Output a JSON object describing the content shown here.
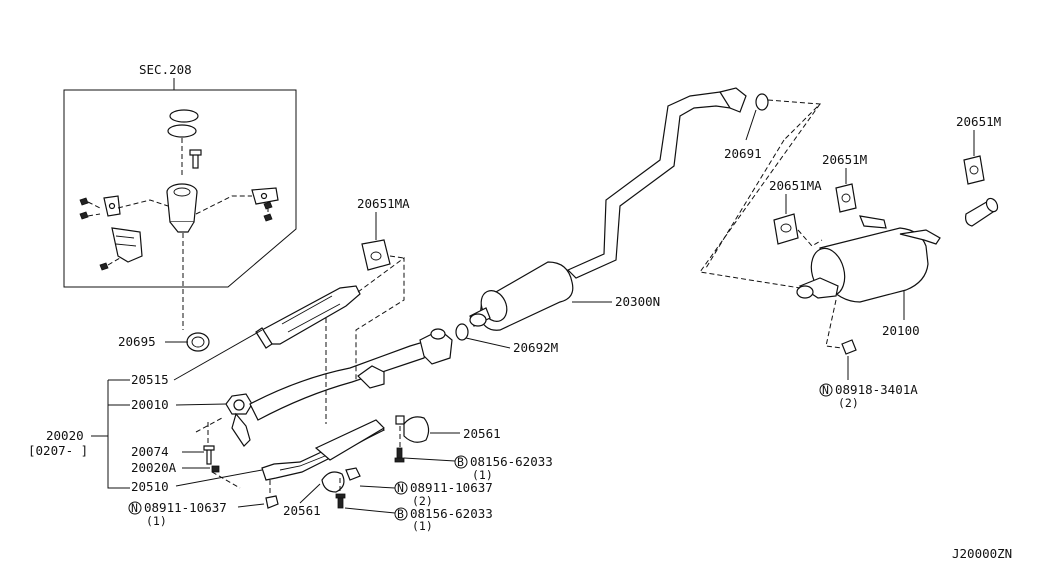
{
  "diagram_id": "J20000ZN",
  "section_ref": "SEC.208",
  "labels": {
    "p20691": "20691",
    "p20651M": "20651M",
    "p20651M_2": "20651M",
    "p20651MA_left": "20651MA",
    "p20651MA_right": "20651MA",
    "p20300N": "20300N",
    "p20692M": "20692M",
    "p20100": "20100",
    "p20695": "20695",
    "p20515": "20515",
    "p20010": "20010",
    "p20020": "20020",
    "p20020_range": "[0207-    ]",
    "p20074": "20074",
    "p20020A": "20020A",
    "p20510": "20510",
    "p20561_right": "20561",
    "p20561_bottom": "20561",
    "n08918": "08918-3401A",
    "n08918_qty": "(2)",
    "b08156_a": "08156-62033",
    "b08156_a_qty": "(1)",
    "n08911_a": "08911-10637",
    "n08911_a_qty": "(2)",
    "b08156_b": "08156-62033",
    "b08156_b_qty": "(1)",
    "n08911_b": "08911-10637",
    "n08911_b_qty": "(1)"
  },
  "prefix_symbols": {
    "nut": "N",
    "bolt": "B"
  }
}
